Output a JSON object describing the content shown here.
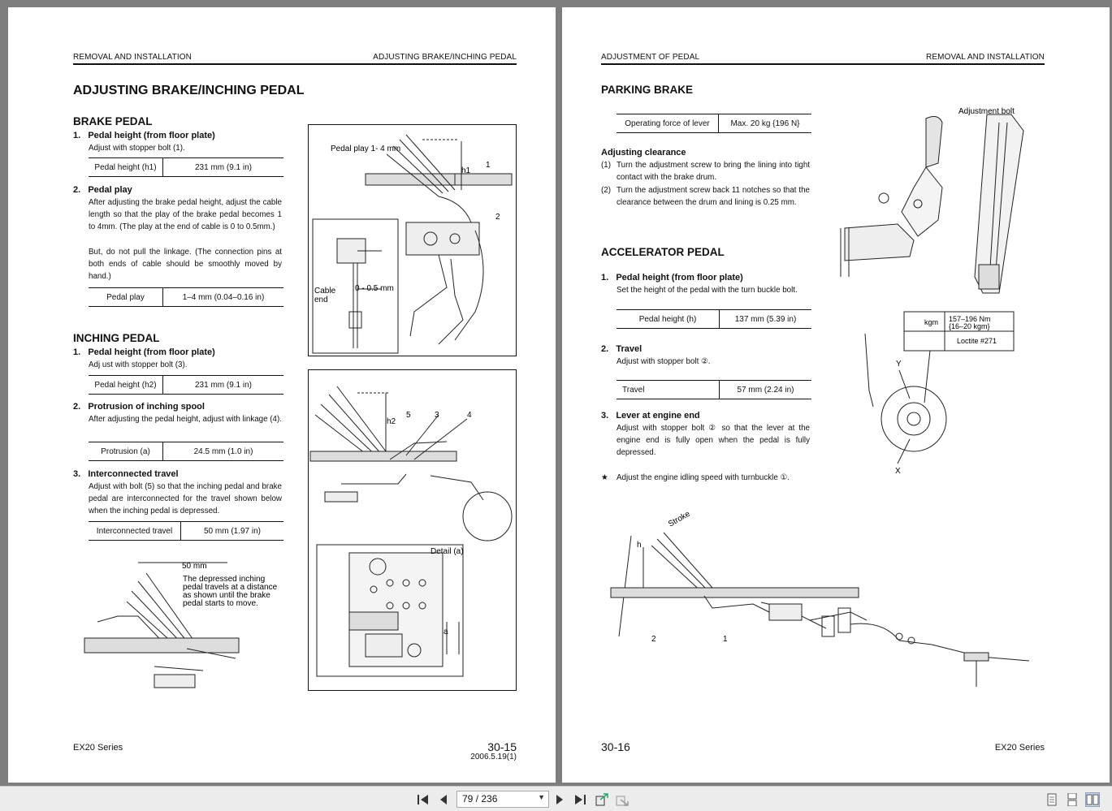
{
  "left_page": {
    "header_left": "REMOVAL AND INSTALLATION",
    "header_right": "ADJUSTING BRAKE/INCHING PEDAL",
    "title": "ADJUSTING BRAKE/INCHING PEDAL",
    "brake": {
      "heading": "BRAKE PEDAL",
      "s1_title": "1.   Pedal height (from floor plate)",
      "s1_text": "Adjust with stopper bolt (1).",
      "s1_spec_label": "Pedal height (h1)",
      "s1_spec_value": "231 mm (9.1 in)",
      "s2_title": "2.   Pedal play",
      "s2_text": "After adjusting the brake pedal height, adjust the cable length so that the play of the brake pedal becomes 1 to 4mm. (The play at the end of cable is 0 to 0.5mm.)",
      "s2_text2": "But, do not pull the linkage. (The connection pins at both ends of cable should be smoothly moved by hand.)",
      "s2_spec_label": "Pedal play",
      "s2_spec_value": "1–4 mm (0.04–0.16 in)"
    },
    "inching": {
      "heading": "INCHING PEDAL",
      "s1_title": "1.   Pedal height (from floor plate)",
      "s1_text": "Adj ust with stopper bolt (3).",
      "s1_spec_label": "Pedal height (h2)",
      "s1_spec_value": "231 mm (9.1 in)",
      "s2_title": "2.   Protrusion of inching spool",
      "s2_text": "After adjusting the pedal height, adjust with linkage (4).",
      "s2_spec_label": "Protrusion (a)",
      "s2_spec_value": "24.5 mm (1.0 in)",
      "s3_title": "3.   Interconnected travel",
      "s3_text": "Adjust with bolt (5) so that the inching pedal and brake pedal are interconnected for the travel shown below when the inching pedal is depressed.",
      "s3_spec_label": "Interconnected travel",
      "s3_spec_value": "50 mm (1.97 in)"
    },
    "fig1": {
      "play": "Pedal play 1- 4 mm",
      "h1": "h1",
      "n1": "1",
      "n2": "2",
      "cable": "Cable",
      "end": "end",
      "range": "0 - 0.5 mm"
    },
    "fig2": {
      "h2": "h2",
      "n5": "5",
      "n3": "3",
      "n4": "4",
      "detail": "Detail (a)",
      "a": "a"
    },
    "fig3": {
      "mm": "50 mm",
      "note1": "The depressed inching",
      "note2": "pedal travels at a distance",
      "note3": "as shown until the brake",
      "note4": "pedal starts to move."
    },
    "footer_left": "EX20 Series",
    "page_number": "30-15",
    "date": "2006.5.19(1)"
  },
  "right_page": {
    "header_left": "ADJUSTMENT OF PEDAL",
    "header_right": "REMOVAL AND INSTALLATION",
    "parking": {
      "heading": "PARKING BRAKE",
      "spec_label": "Operating force of lever",
      "spec_value": "Max. 20 kg {196 N}",
      "adj_title": "Adjusting clearance",
      "i1_num": "(1)",
      "i1": "Turn the adjustment screw to bring the lining into tight contact with the brake drum.",
      "i2_num": "(2)",
      "i2": "Turn the adjustment screw back 11 notches so that the clearance between the drum and lining is 0.25 mm."
    },
    "accel": {
      "heading": "ACCELERATOR PEDAL",
      "s1_title": "1.   Pedal height (from floor plate)",
      "s1_text": "Set the height of the pedal with the turn buckle bolt.",
      "s1_spec_label": "Pedal height (h)",
      "s1_spec_value": "137 mm (5.39 in)",
      "s2_title": "2.   Travel",
      "s2_text": "Adjust with stopper bolt ②.",
      "s2_spec_label": "Travel",
      "s2_spec_value": "57 mm (2.24 in)",
      "s3_title": "3.   Lever at engine end",
      "s3_text": "Adjust with stopper bolt ② so that the lever at the engine end is fully open when the pedal is fully depressed.",
      "star": "★",
      "note": "Adjust the engine idling speed with turnbuckle ①."
    },
    "fig_park": {
      "adj_bolt": "Adjustment bolt",
      "torque": "157–196 Nm",
      "torque2": "{16–20 kgm}",
      "kgm": "kgm",
      "loctite": "Loctite #271",
      "y": "Y",
      "x": "X"
    },
    "fig_accel": {
      "stroke": "Stroke",
      "h": "h",
      "n2": "2",
      "n1": "1"
    },
    "page_number": "30-16",
    "footer_right": "EX20 Series"
  },
  "toolbar": {
    "first_icon": "first-page-icon",
    "prev_icon": "previous-page-icon",
    "page_indicator": "79 / 236",
    "next_icon": "next-page-icon",
    "last_icon": "last-page-icon",
    "back_icon": "go-back-icon",
    "forward_icon": "go-forward-icon",
    "single_icon": "single-page-view-icon",
    "continuous_icon": "continuous-view-icon",
    "facing_icon": "facing-pages-view-icon"
  }
}
